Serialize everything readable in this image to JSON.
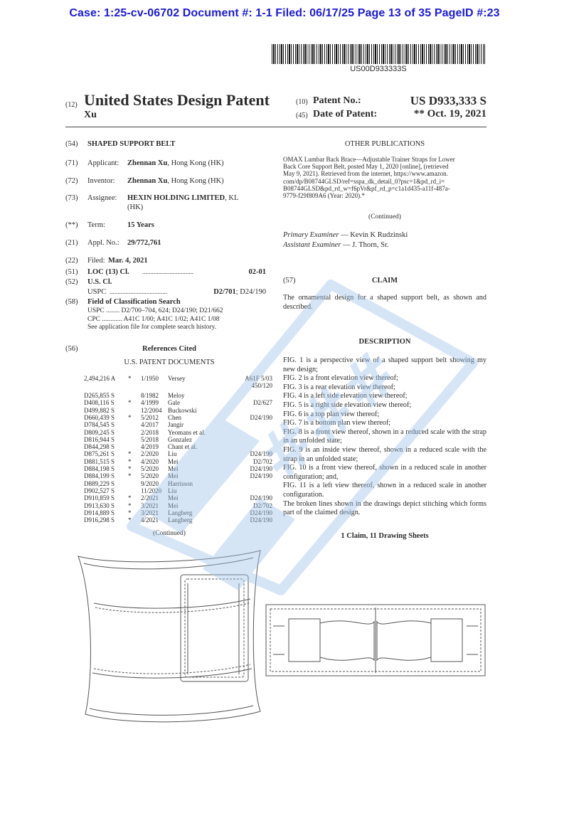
{
  "header": "Case: 1:25-cv-06702 Document #: 1-1 Filed: 06/17/25 Page 13 of 35 PageID #:23",
  "barcode_text": "US00D933333S",
  "patent": {
    "code12": "(12)",
    "kind": "United States Design Patent",
    "inventor_short": "Xu",
    "code10": "(10)",
    "no_label": "Patent No.:",
    "no_value": "US D933,333 S",
    "code45": "(45)",
    "date_label": "Date of Patent:",
    "date_value": "** Oct. 19, 2021"
  },
  "bib": {
    "title_num": "(54)",
    "title": "SHAPED SUPPORT BELT",
    "applicant_num": "(71)",
    "applicant_label": "Applicant:",
    "applicant_name": "Zhennan Xu",
    "applicant_loc": ", Hong Kong (HK)",
    "inventor_num": "(72)",
    "inventor_label": "Inventor:",
    "inventor_name": "Zhennan Xu",
    "inventor_loc": ", Hong Kong (HK)",
    "assignee_num": "(73)",
    "assignee_label": "Assignee:",
    "assignee_name": "HEXIN HOLDING LIMITED",
    "assignee_loc": ", KL",
    "assignee_loc2": "(HK)",
    "term_num": "(**)",
    "term_label": "Term:",
    "term_value": "15 Years",
    "appl_num": "(21)",
    "appl_label": "Appl. No.:",
    "appl_value": "29/772,761",
    "filed_num": "(22)",
    "filed_label": "Filed:",
    "filed_value": "Mar. 4, 2021",
    "loc_num": "(51)",
    "loc_label": "LOC (13) Cl.",
    "loc_dots": "................................",
    "loc_value": "02-01",
    "uscl_num": "(52)",
    "uscl_label": "U.S. Cl.",
    "uspc_label": "USPC",
    "uspc_dots": "....................................",
    "uspc_value": "D2/701",
    "uspc_value2": "; D24/190",
    "field_num": "(58)",
    "field_label": "Field of Classification Search",
    "field_line1": "USPC ........ D2/700–704, 624; D24/190; D21/662",
    "field_line2": "CPC ............ A41C 1/00; A41C 1/02; A41C 1/08",
    "field_line3": "See application file for complete search history."
  },
  "refs": {
    "num": "(56)",
    "title": "References Cited",
    "subtitle": "U.S. PATENT DOCUMENTS",
    "first": {
      "no": "2,494,216 A",
      "star": "*",
      "date": "1/1950",
      "name": "Versey",
      "cls": "A61F 5/03",
      "cls2": "450/120"
    },
    "items": [
      {
        "no": "D265,855 S",
        "star": "",
        "date": "8/1982",
        "name": "Meloy",
        "cls": ""
      },
      {
        "no": "D408,116 S",
        "star": "*",
        "date": "4/1999",
        "name": "Gale",
        "cls": "D2/627"
      },
      {
        "no": "D499,882 S",
        "star": "",
        "date": "12/2004",
        "name": "Buckowski",
        "cls": ""
      },
      {
        "no": "D660,439 S",
        "star": "*",
        "date": "5/2012",
        "name": "Chen",
        "cls": "D24/190"
      },
      {
        "no": "D784,545 S",
        "star": "",
        "date": "4/2017",
        "name": "Jangir",
        "cls": ""
      },
      {
        "no": "D809,245 S",
        "star": "",
        "date": "2/2018",
        "name": "Yeomans et al.",
        "cls": ""
      },
      {
        "no": "D816,944 S",
        "star": "",
        "date": "5/2018",
        "name": "Gonzalez",
        "cls": ""
      },
      {
        "no": "D844,298 S",
        "star": "",
        "date": "4/2019",
        "name": "Chant et al.",
        "cls": ""
      },
      {
        "no": "D875,261 S",
        "star": "*",
        "date": "2/2020",
        "name": "Liu",
        "cls": "D24/190"
      },
      {
        "no": "D881,515 S",
        "star": "*",
        "date": "4/2020",
        "name": "Mei",
        "cls": "D2/702"
      },
      {
        "no": "D884,198 S",
        "star": "*",
        "date": "5/2020",
        "name": "Mei",
        "cls": "D24/190"
      },
      {
        "no": "D884,199 S",
        "star": "*",
        "date": "5/2020",
        "name": "Mei",
        "cls": "D24/190"
      },
      {
        "no": "D889,229 S",
        "star": "",
        "date": "9/2020",
        "name": "Harrisson",
        "cls": ""
      },
      {
        "no": "D902,527 S",
        "star": "",
        "date": "11/2020",
        "name": "Liu",
        "cls": ""
      },
      {
        "no": "D910,859 S",
        "star": "*",
        "date": "2/2021",
        "name": "Mei",
        "cls": "D24/190"
      },
      {
        "no": "D913,630 S",
        "star": "*",
        "date": "3/2021",
        "name": "Mei",
        "cls": "D2/702"
      },
      {
        "no": "D914,889 S",
        "star": "*",
        "date": "3/2021",
        "name": "Langberg",
        "cls": "D24/190"
      },
      {
        "no": "D916,298 S",
        "star": "*",
        "date": "4/2021",
        "name": "Langberg",
        "cls": "D24/190"
      }
    ],
    "continued": "(Continued)"
  },
  "other_pub": {
    "title": "OTHER PUBLICATIONS",
    "lines": [
      "OMAX Lumbar Back Brace—Adjustable Trainer Straps for Lower",
      "Back Core Support Belt, posted May 1, 2020 [online], (retrieved",
      "May 9, 2021). Retrieved from the internet, https://www.amazon.",
      "com/dp/B08744GLSD/ref=sspa_dk_detail_0?psc=1&pd_rd_i=",
      "B08744GLSD&pd_rd_w=f6pVr&pf_rd_p=c1a1d435-a11f-487a-",
      "9779-f29f809A6 (Year: 2020).*"
    ],
    "continued": "(Continued)"
  },
  "examiners": {
    "primary_label": "Primary Examiner",
    "primary": " — Kevin K Rudzinski",
    "assistant_label": "Assistant Examiner",
    "assistant": " — J. Thorn, Sr."
  },
  "claim": {
    "num": "(57)",
    "title": "CLAIM",
    "text": "The ornamental design for a shaped support belt, as shown and described."
  },
  "description": {
    "title": "DESCRIPTION",
    "paras": [
      "FIG. 1 is a perspective view of a shaped support belt showing my new design;",
      "FIG. 2 is a front elevation view thereof;",
      "FIG. 3 is a rear elevation view thereof;",
      "FIG. 4 is a left side elevation view thereof;",
      "FIG. 5 is a right side elevation view thereof;",
      "FIG. 6 is a top plan view thereof;",
      "FIG. 7 is a bottom plan view thereof;",
      "FIG. 8 is a front view thereof, shown in a reduced scale with the strap in an unfolded state;",
      "FIG. 9 is an inside view thereof, shown in a reduced scale with the strap in an unfolded state;",
      "FIG. 10 is a front view thereof, shown in a reduced scale in another configuration; and,",
      "FIG. 11 is a left view thereof, shown in a reduced scale in another configuration.",
      "The broken lines shown in the drawings depict stitching which forms part of the claimed design."
    ],
    "sheets": "1 Claim, 11 Drawing Sheets"
  },
  "colors": {
    "header": "#1b1bdc",
    "watermark": "#9fc3ea"
  }
}
